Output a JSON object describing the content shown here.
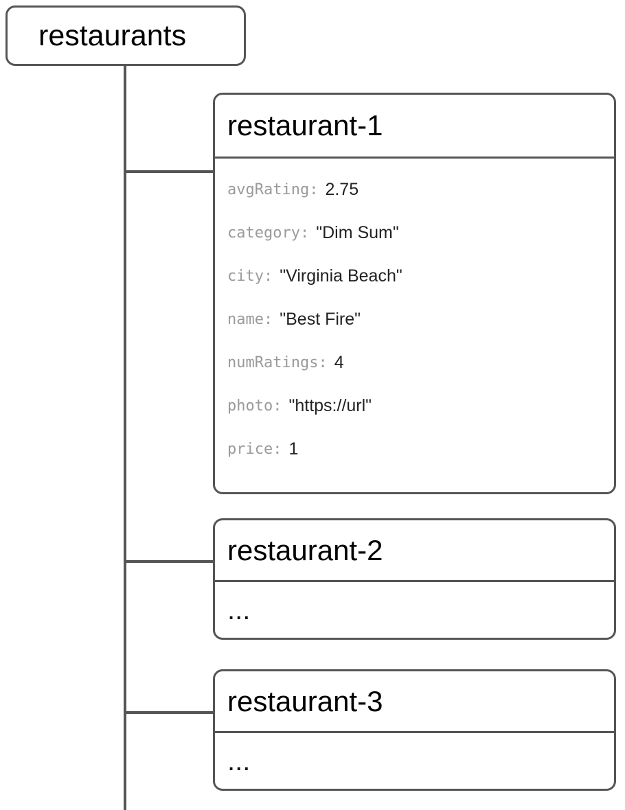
{
  "diagram": {
    "type": "tree",
    "line_color": "#555555",
    "key_color": "#9a9a9a",
    "value_color": "#222222",
    "root": {
      "label": "restaurants"
    },
    "documents": [
      {
        "id": "restaurant-1",
        "title": "restaurant-1",
        "fields": [
          {
            "key": "avgRating:",
            "value": "2.75"
          },
          {
            "key": "category:",
            "value": "\"Dim Sum\""
          },
          {
            "key": "city:",
            "value": "\"Virginia Beach\""
          },
          {
            "key": "name:",
            "value": "\"Best Fire\""
          },
          {
            "key": "numRatings:",
            "value": "4"
          },
          {
            "key": "photo:",
            "value": "\"https://url\""
          },
          {
            "key": "price:",
            "value": "1"
          }
        ]
      },
      {
        "id": "restaurant-2",
        "title": "restaurant-2",
        "body": "..."
      },
      {
        "id": "restaurant-3",
        "title": "restaurant-3",
        "body": "..."
      }
    ]
  }
}
